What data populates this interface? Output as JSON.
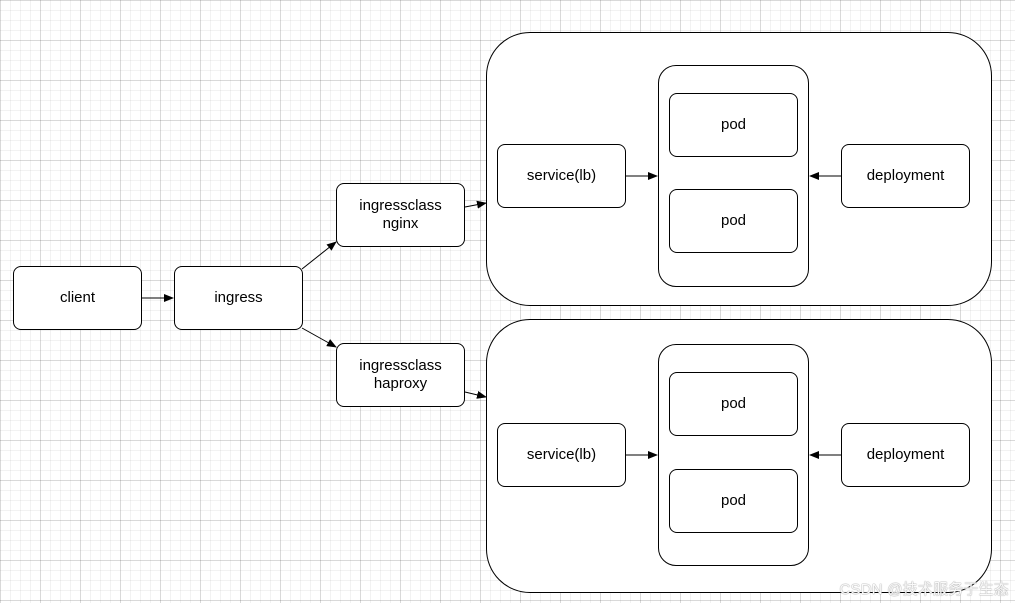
{
  "nodes": {
    "client": "client",
    "ingress": "ingress",
    "ingressclass_nginx": [
      "ingressclass",
      "nginx"
    ],
    "ingressclass_haproxy": [
      "ingressclass",
      "haproxy"
    ]
  },
  "groups": [
    {
      "service": "service(lb)",
      "pods": [
        "pod",
        "pod"
      ],
      "deployment": "deployment"
    },
    {
      "service": "service(lb)",
      "pods": [
        "pod",
        "pod"
      ],
      "deployment": "deployment"
    }
  ],
  "edges": [
    {
      "from": "client",
      "to": "ingress"
    },
    {
      "from": "ingress",
      "to": "ingressclass nginx"
    },
    {
      "from": "ingress",
      "to": "ingressclass haproxy"
    },
    {
      "from": "ingressclass nginx",
      "to": "group 1"
    },
    {
      "from": "ingressclass haproxy",
      "to": "group 2"
    },
    {
      "from": "service(lb)",
      "to": "pods"
    },
    {
      "from": "deployment",
      "to": "pods"
    }
  ],
  "watermark": "CSDN @技术服务于生态"
}
